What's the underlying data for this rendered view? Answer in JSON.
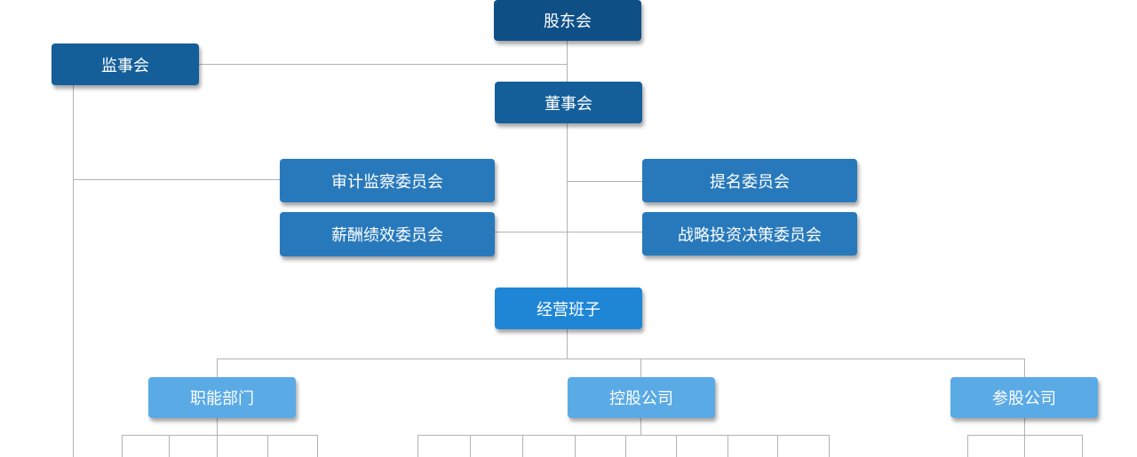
{
  "org_chart": {
    "shareholders": "股东会",
    "supervisory_board": "监事会",
    "board": "董事会",
    "committees": {
      "audit": "审计监察委员会",
      "nomination": "提名委员会",
      "compensation": "薪酬绩效委员会",
      "strategy": "战略投资决策委员会"
    },
    "management": "经营班子",
    "divisions": {
      "functional": "职能部门",
      "holding": "控股公司",
      "participating": "参股公司"
    }
  },
  "colors": {
    "top": "#0e4f86",
    "board": "#145f9a",
    "committee": "#2879bb",
    "management": "#1f86d6",
    "division": "#5aaae6",
    "connector": "#b3b3b3"
  }
}
